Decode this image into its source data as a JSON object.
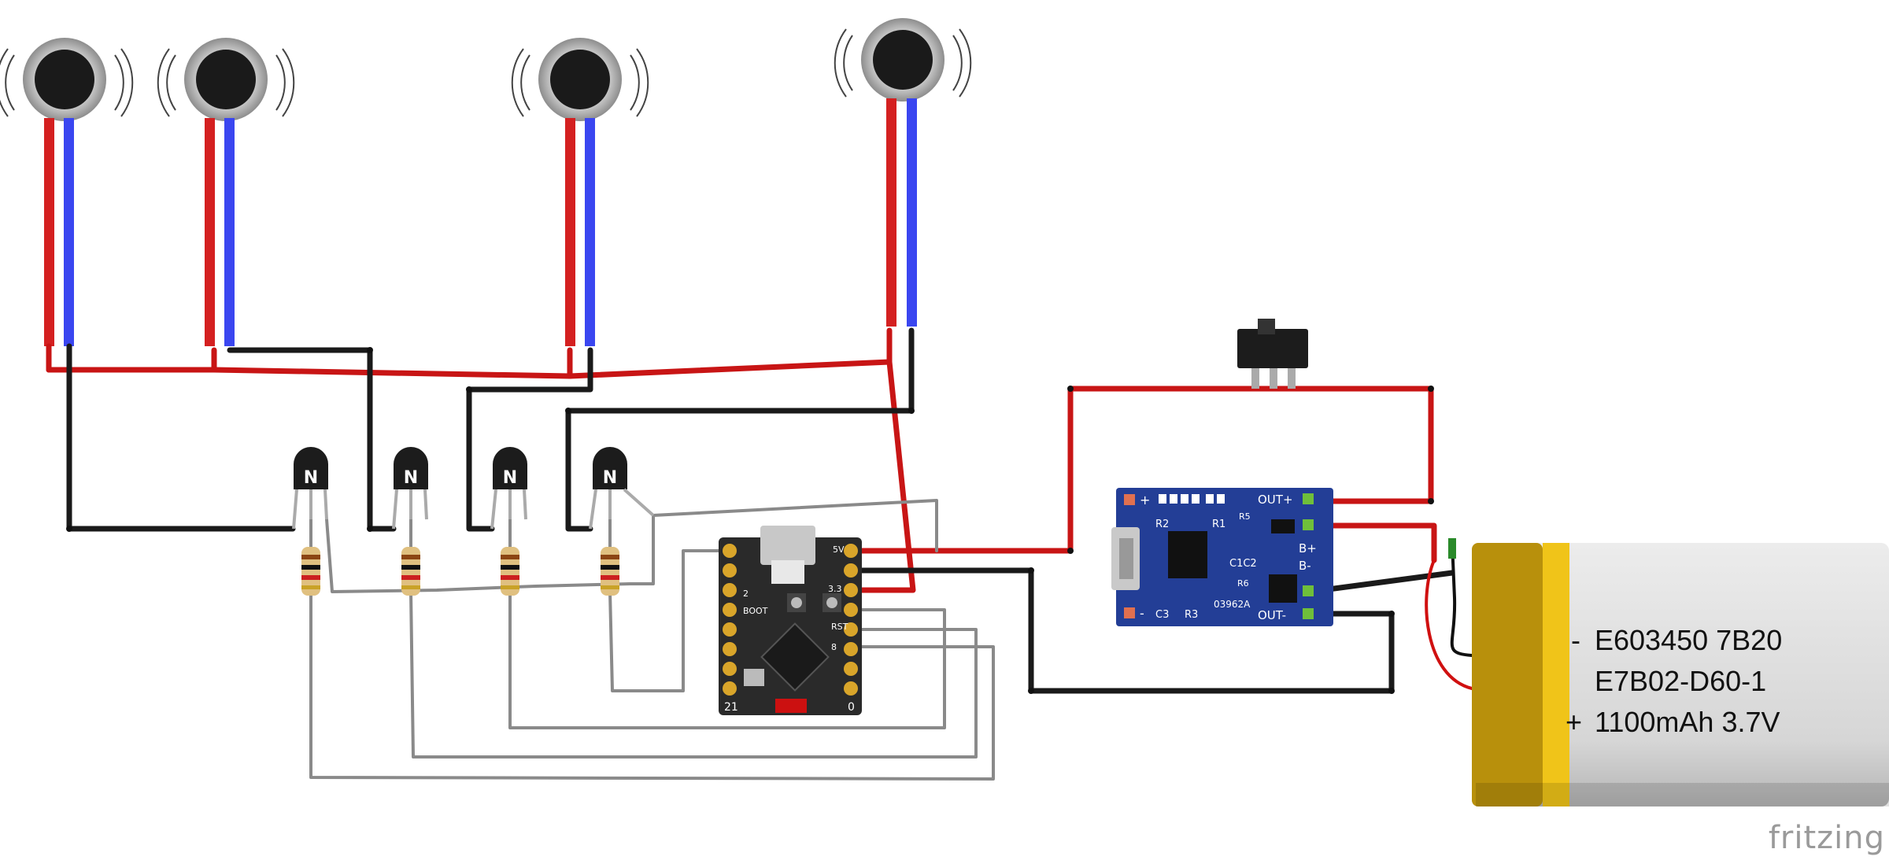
{
  "battery": {
    "line1": "E603450 7B20",
    "line2": "E7B02-D60-1",
    "line3": "1100mAh 3.7V",
    "minus_mark": "-",
    "plus_mark": "+"
  },
  "charger": {
    "labels": {
      "plus": "+",
      "minus": "-",
      "out_plus": "OUT+",
      "out_minus": "OUT-",
      "b_plus": "B+",
      "b_minus": "B-",
      "r1": "R1",
      "r2": "R2",
      "r3": "R3",
      "r5": "R5",
      "r6": "R6",
      "c1c2": "C1C2",
      "c3": "C3",
      "code": "03962A"
    }
  },
  "mcu": {
    "labels": {
      "pin_5v": "5V",
      "pin_33": "3.3",
      "rst": "RST",
      "boot": "BOOT",
      "pin_21": "21",
      "pin_0": "0",
      "pin_2": "2",
      "pin_8": "8"
    }
  },
  "transistor": {
    "mark": "N"
  },
  "brand": "fritzing",
  "colors": {
    "red_wire": "#c81515",
    "black_wire": "#1a1a1a",
    "gray_wire": "#8a8a8a",
    "blue_lead": "#3a46f0",
    "charger_pcb": "#233e96",
    "mcu_pcb": "#2a2a2a",
    "battery_gold": "#b8900c",
    "battery_body": "#d9d9d9"
  }
}
